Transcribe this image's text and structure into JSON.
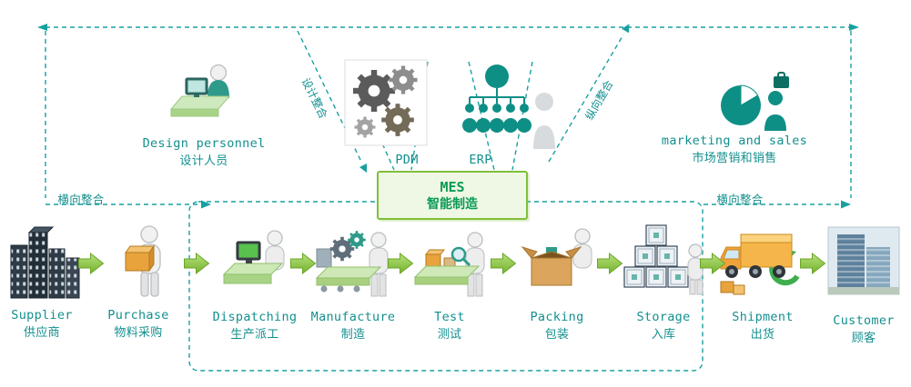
{
  "title": "MES smart manufacturing integration diagram",
  "colors": {
    "teal_line": "#18a0a0",
    "label_teal": "#148f8f",
    "arrow_green": "#7ab62f",
    "mes_bg": "#eef8e4",
    "mes_border": "#7fbf3a",
    "mes_text": "#0a9a55"
  },
  "systems": {
    "pdm": "PDM",
    "erp": "ERP",
    "mes_title": "MES",
    "mes_subtitle": "智能制造"
  },
  "roles": {
    "design": {
      "en": "Design personnel",
      "zh": "设计人员",
      "icon": "designer-at-desk-icon"
    },
    "marketing": {
      "en": "marketing and sales",
      "zh": "市场营销和销售",
      "icon": "pie-chart-person-icon"
    }
  },
  "integration": {
    "design": "设计整合",
    "vertical": "纵向整合",
    "horizontal_left": "横向整合",
    "horizontal_right": "横向整合"
  },
  "flow": [
    {
      "en": "Supplier",
      "zh": "供应商",
      "icon": "buildings-icon"
    },
    {
      "en": "Purchase",
      "zh": "物料采购",
      "icon": "worker-with-box-icon"
    },
    {
      "en": "Dispatching",
      "zh": "生产派工",
      "icon": "computer-desk-icon"
    },
    {
      "en": "Manufacture",
      "zh": "制造",
      "icon": "conveyor-gears-icon"
    },
    {
      "en": "Test",
      "zh": "测试",
      "icon": "conveyor-magnifier-icon"
    },
    {
      "en": "Packing",
      "zh": "包装",
      "icon": "open-box-icon"
    },
    {
      "en": "Storage",
      "zh": "入库",
      "icon": "crates-stack-icon"
    },
    {
      "en": "Shipment",
      "zh": "出货",
      "icon": "delivery-truck-icon"
    },
    {
      "en": "Customer",
      "zh": "顾客",
      "icon": "office-building-icon"
    }
  ]
}
